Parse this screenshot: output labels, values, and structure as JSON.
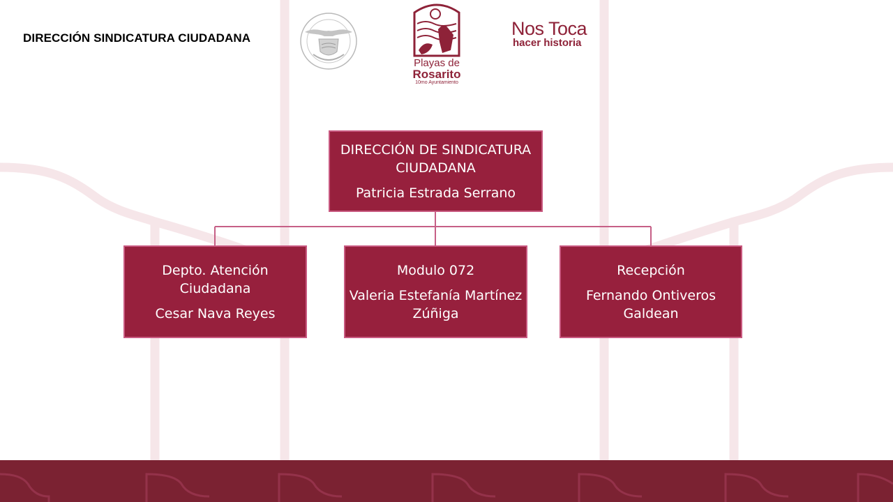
{
  "header": {
    "title": "DIRECCIÓN SINDICATURA CIUDADANA"
  },
  "logos": {
    "seal_icon": "municipal-seal",
    "rosarito": {
      "line1": "Playas de",
      "line2": "Rosarito",
      "line3": "10mo Ayuntamiento"
    },
    "nostoca": {
      "line1": "Nos Toca",
      "line2": "hacer historia"
    }
  },
  "colors": {
    "brand": "#97203d",
    "node_border": "#c95a81",
    "connector": "#c65f86",
    "footer": "#7b2232"
  },
  "org_chart": {
    "root": {
      "title": "DIRECCIÓN DE SINDICATURA CIUDADANA",
      "person": "Patricia Estrada Serrano"
    },
    "children": [
      {
        "title": "Depto. Atención Ciudadana",
        "person": "Cesar Nava Reyes"
      },
      {
        "title": "Modulo 072",
        "person": "Valeria Estefanía Martínez Zúñiga"
      },
      {
        "title": "Recepción",
        "person": "Fernando Ontiveros Galdean"
      }
    ]
  }
}
